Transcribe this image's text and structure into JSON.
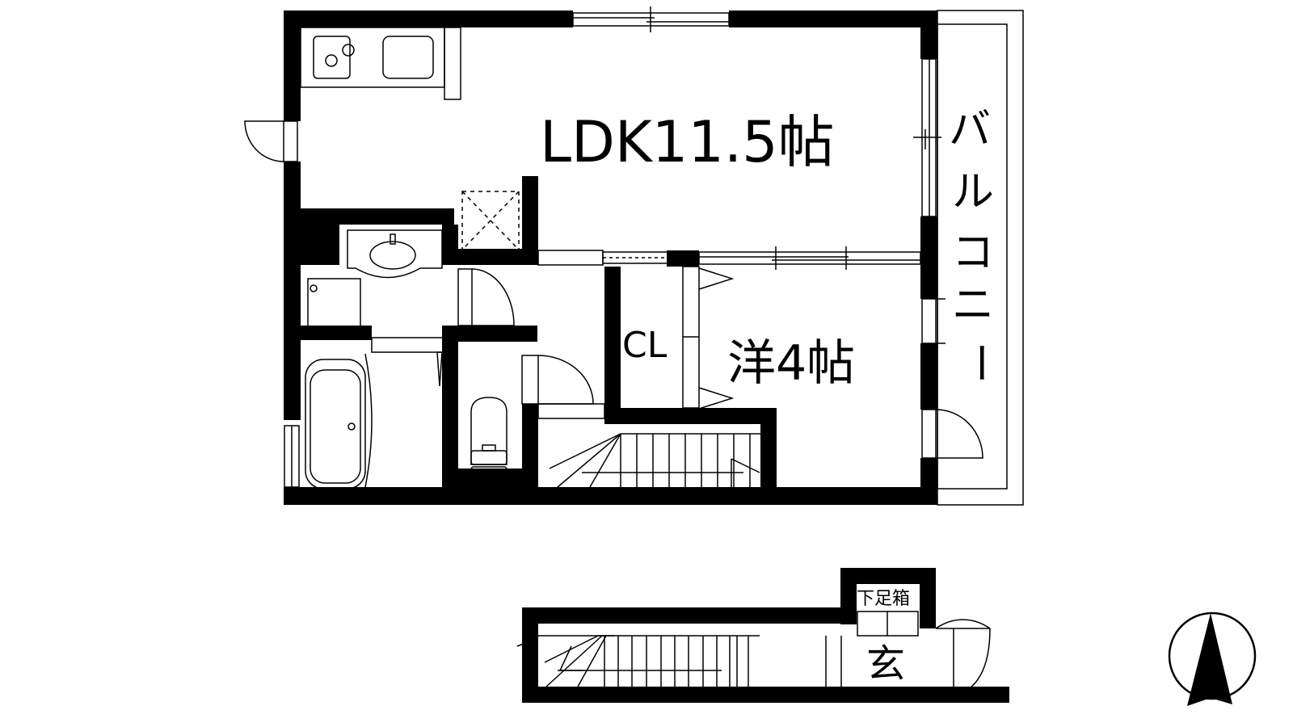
{
  "plan": {
    "colors": {
      "wall": "#000000",
      "background": "#ffffff",
      "line": "#000000"
    },
    "rooms": {
      "ldk": {
        "label": "LDK11.5帖",
        "name": "LDK",
        "size_jo": "11.5"
      },
      "western": {
        "label": "洋4帖",
        "name": "洋",
        "size_jo": "4"
      },
      "closet": {
        "label": "CL"
      },
      "balcony": {
        "label_chars": [
          "バ",
          "ル",
          "コ",
          "ニ",
          "ー"
        ],
        "label": "バルコニー"
      },
      "entrance": {
        "label": "玄"
      },
      "shoe_cabinet": {
        "label": "下足箱"
      }
    },
    "fixtures": [
      "stove-2-burner",
      "kitchen-sink",
      "refrigerator-space",
      "washbasin",
      "washing-machine-pan",
      "bathtub",
      "toilet",
      "stairs-upper",
      "stairs-lower"
    ],
    "compass": {
      "icon": "north-arrow-icon"
    }
  }
}
